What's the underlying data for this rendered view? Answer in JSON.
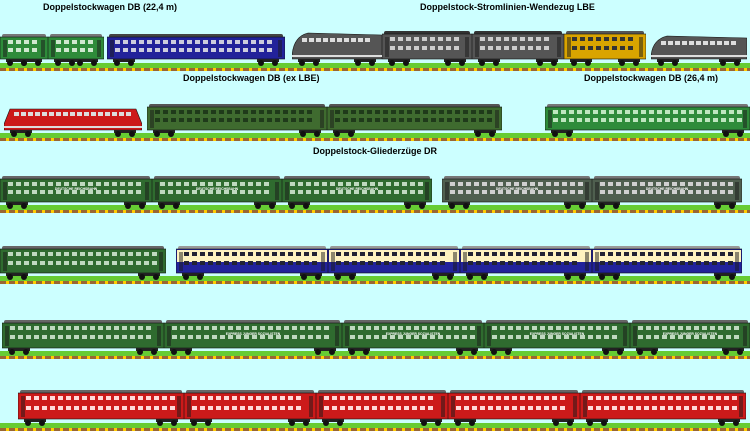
{
  "titles": {
    "db_22_4": "Doppelstockwagen DB (22,4 m)",
    "lbe_wendezug": "Doppelstock-Stromlinien-Wendezug LBE",
    "db_ex_lbe": "Doppelstockwagen DB (ex LBE)",
    "db_26_4": "Doppelstockwagen DB (26,4 m)",
    "dr_glieder": "Doppelstock-Gliederzüge DR"
  },
  "car_labels": {
    "deutsche_reichsbahn": "DEUTSCHE REICHSBAHN",
    "express": "EXPRESS JUNGER SOZIALISTEN"
  },
  "colors": {
    "sky": "#ccffff",
    "ground": "#66cc33",
    "db_green": "#2e8b3a",
    "dr_green": "#2f6b2f",
    "db_blue": "#22229a",
    "lbe_grey": "#555555",
    "lbe_yellow": "#d9a400",
    "red": "#cc1a1a",
    "cream": "#fff3c0",
    "grey_green": "#4f5f4f"
  }
}
